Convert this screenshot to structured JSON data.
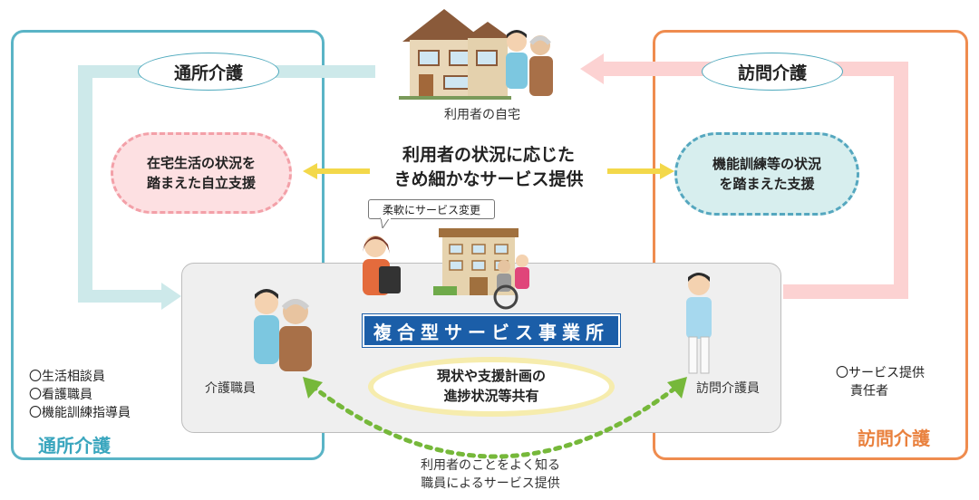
{
  "home": {
    "label": "利用者の自宅"
  },
  "left_section": {
    "top_label": "通所介護",
    "bottom_label": "通所介護",
    "pill_line1": "在宅生活の状況を",
    "pill_line2": "踏まえた自立支援",
    "staff_list": [
      "〇生活相談員",
      "〇看護職員",
      "〇機能訓練指導員"
    ]
  },
  "right_section": {
    "top_label": "訪問介護",
    "bottom_label": "訪問介護",
    "pill_line1": "機能訓練等の状況",
    "pill_line2": "を踏まえた支援",
    "staff_line1": "〇サービス提供",
    "staff_line2": "責任者"
  },
  "center": {
    "line1": "利用者の状況に応じた",
    "line2": "きめ細かなサービス提供"
  },
  "facility": {
    "speech": "柔軟にサービス変更",
    "title": "複合型サービス事業所",
    "share_line1": "現状や支援計画の",
    "share_line2": "進捗状況等共有",
    "care_worker": "介護職員",
    "home_helper": "訪問介護員"
  },
  "bottom": {
    "line1": "利用者のことをよく知る",
    "line2": "職員によるサービス提供"
  },
  "colors": {
    "left_frame": "#5ab4c6",
    "right_frame": "#ef8c4f",
    "facility_title_bg": "#1b5ea8",
    "yellow_arrow": "#f3d84a",
    "green_dots": "#76b83a"
  }
}
